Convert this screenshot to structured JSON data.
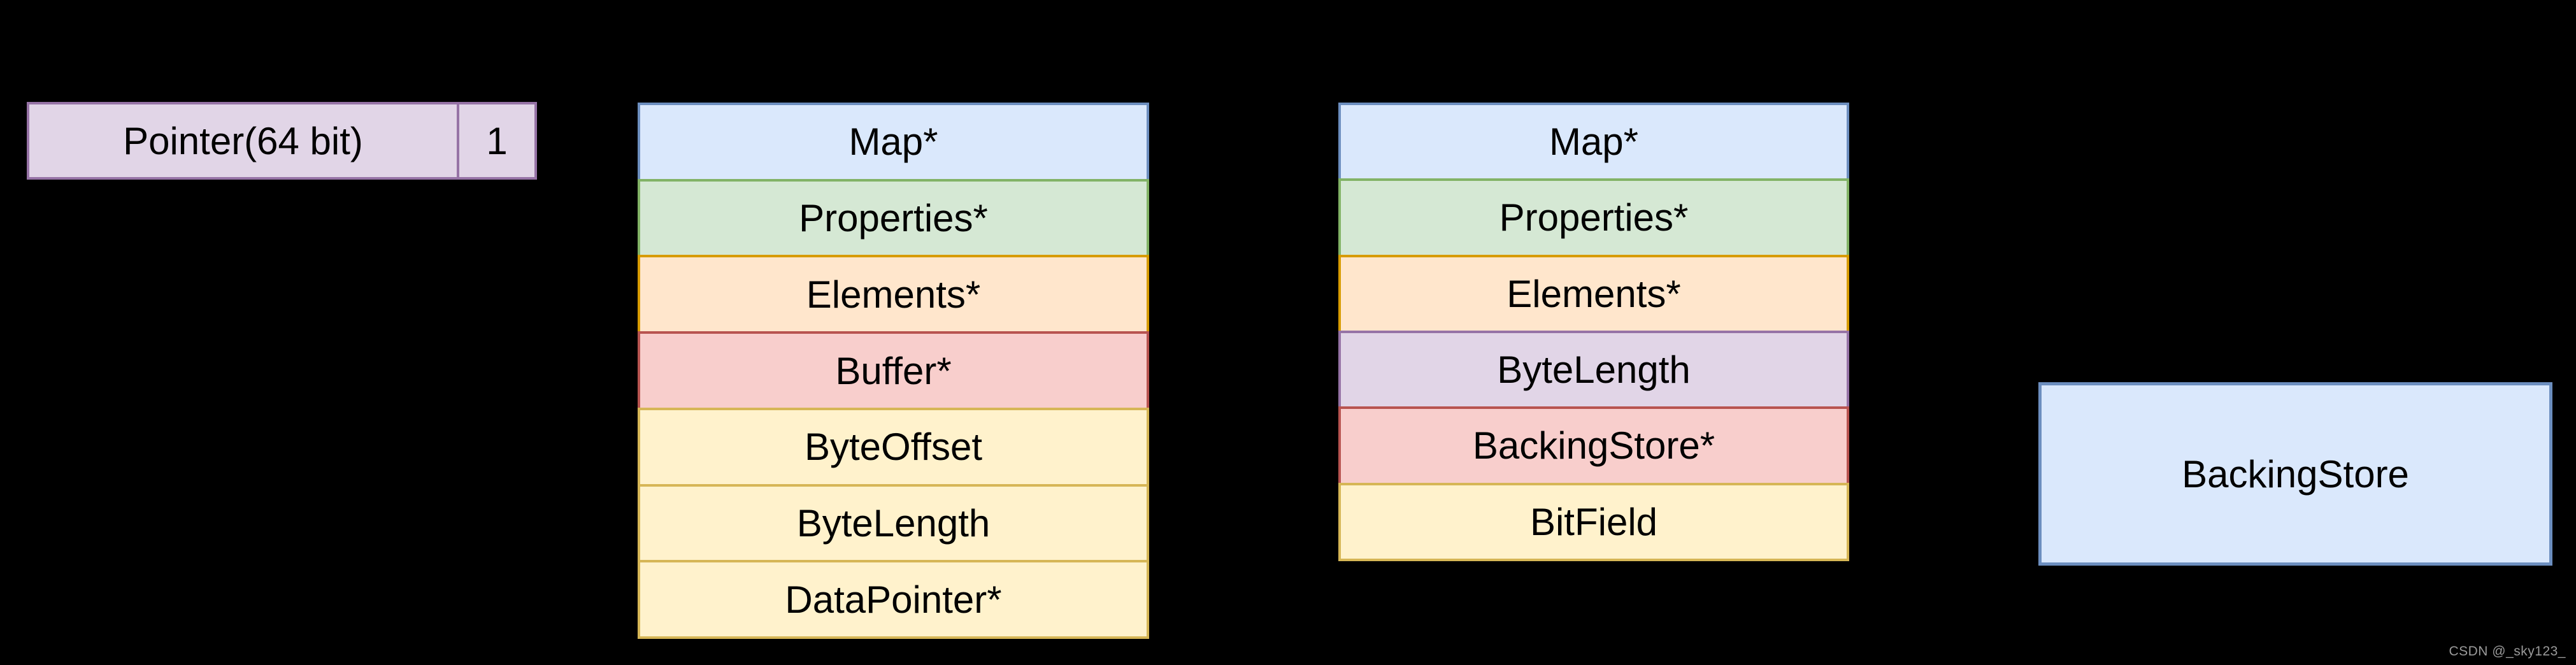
{
  "background": "#000000",
  "pointer_box": {
    "label": "Pointer(64 bit)",
    "value": "1",
    "fill": "#e1d5e7",
    "border": "#9673a6"
  },
  "typed_array_stack": {
    "rows": [
      {
        "label": "Map*",
        "fill": "#dae8fc",
        "border": "#6c8ebf"
      },
      {
        "label": "Properties*",
        "fill": "#d5e8d4",
        "border": "#82b366"
      },
      {
        "label": "Elements*",
        "fill": "#ffe6cc",
        "border": "#d79b00"
      },
      {
        "label": "Buffer*",
        "fill": "#f8cecc",
        "border": "#b85450"
      },
      {
        "label": "ByteOffset",
        "fill": "#fff2cc",
        "border": "#d6b656"
      },
      {
        "label": "ByteLength",
        "fill": "#fff2cc",
        "border": "#d6b656"
      },
      {
        "label": "DataPointer*",
        "fill": "#fff2cc",
        "border": "#d6b656"
      }
    ]
  },
  "array_buffer_stack": {
    "rows": [
      {
        "label": "Map*",
        "fill": "#dae8fc",
        "border": "#6c8ebf"
      },
      {
        "label": "Properties*",
        "fill": "#d5e8d4",
        "border": "#82b366"
      },
      {
        "label": "Elements*",
        "fill": "#ffe6cc",
        "border": "#d79b00"
      },
      {
        "label": "ByteLength",
        "fill": "#e1d5e7",
        "border": "#9673a6"
      },
      {
        "label": "BackingStore*",
        "fill": "#f8cecc",
        "border": "#b85450"
      },
      {
        "label": "BitField",
        "fill": "#fff2cc",
        "border": "#d6b656"
      }
    ]
  },
  "backing_store_box": {
    "label": "BackingStore",
    "fill": "#dae8fc",
    "border": "#6c8ebf"
  },
  "watermark": {
    "text": "CSDN @_sky123_",
    "color": "#9a9a9a"
  }
}
